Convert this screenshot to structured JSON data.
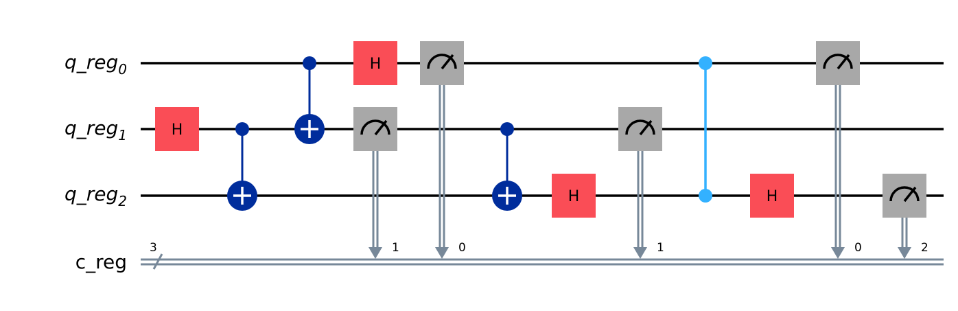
{
  "circuit": {
    "qubits": [
      {
        "name": "q_reg",
        "index": "0"
      },
      {
        "name": "q_reg",
        "index": "1"
      },
      {
        "name": "q_reg",
        "index": "2"
      }
    ],
    "classical_register": {
      "name": "c_reg",
      "size": "3"
    },
    "gates": [
      {
        "type": "H",
        "label": "H",
        "qubit": 1,
        "col": 0
      },
      {
        "type": "CX",
        "control": 1,
        "target": 2,
        "col": 1
      },
      {
        "type": "CX",
        "control": 0,
        "target": 1,
        "col": 2
      },
      {
        "type": "H",
        "label": "H",
        "qubit": 0,
        "col": 3
      },
      {
        "type": "MEASURE",
        "qubit": 1,
        "cbit": "1",
        "col": 3
      },
      {
        "type": "MEASURE",
        "qubit": 0,
        "cbit": "0",
        "col": 4
      },
      {
        "type": "CX",
        "control": 1,
        "target": 2,
        "col": 5
      },
      {
        "type": "H",
        "label": "H",
        "qubit": 2,
        "col": 6
      },
      {
        "type": "MEASURE",
        "qubit": 1,
        "cbit": "1",
        "col": 7
      },
      {
        "type": "CZ",
        "qubit_a": 0,
        "qubit_b": 2,
        "col": 8
      },
      {
        "type": "H",
        "label": "H",
        "qubit": 2,
        "col": 9
      },
      {
        "type": "MEASURE",
        "qubit": 0,
        "cbit": "0",
        "col": 10
      },
      {
        "type": "MEASURE",
        "qubit": 2,
        "cbit": "2",
        "col": 11
      }
    ]
  },
  "colors": {
    "h_gate": "#FA4D56",
    "cx_gate": "#002D9C",
    "cz_gate": "#33B1FF",
    "measure": "#A8A8A8",
    "classical_wire": "#778899"
  },
  "icons": {
    "measure": "meter-icon",
    "target": "cnot-target-icon"
  }
}
